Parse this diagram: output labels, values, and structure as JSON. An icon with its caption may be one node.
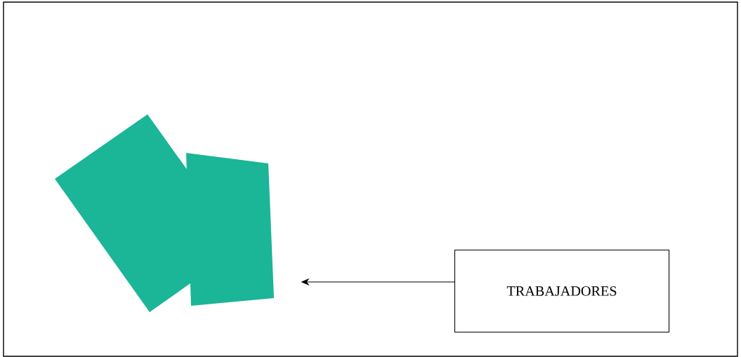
{
  "diagram": {
    "nodes": [
      {
        "text": [],
        "shape": "picture"
      },
      {
        "text": [
          "TRABAJADORES"
        ]
      }
    ],
    "edges": [
      {
        "from": 1,
        "to": 0,
        "arrow": "to"
      }
    ]
  }
}
